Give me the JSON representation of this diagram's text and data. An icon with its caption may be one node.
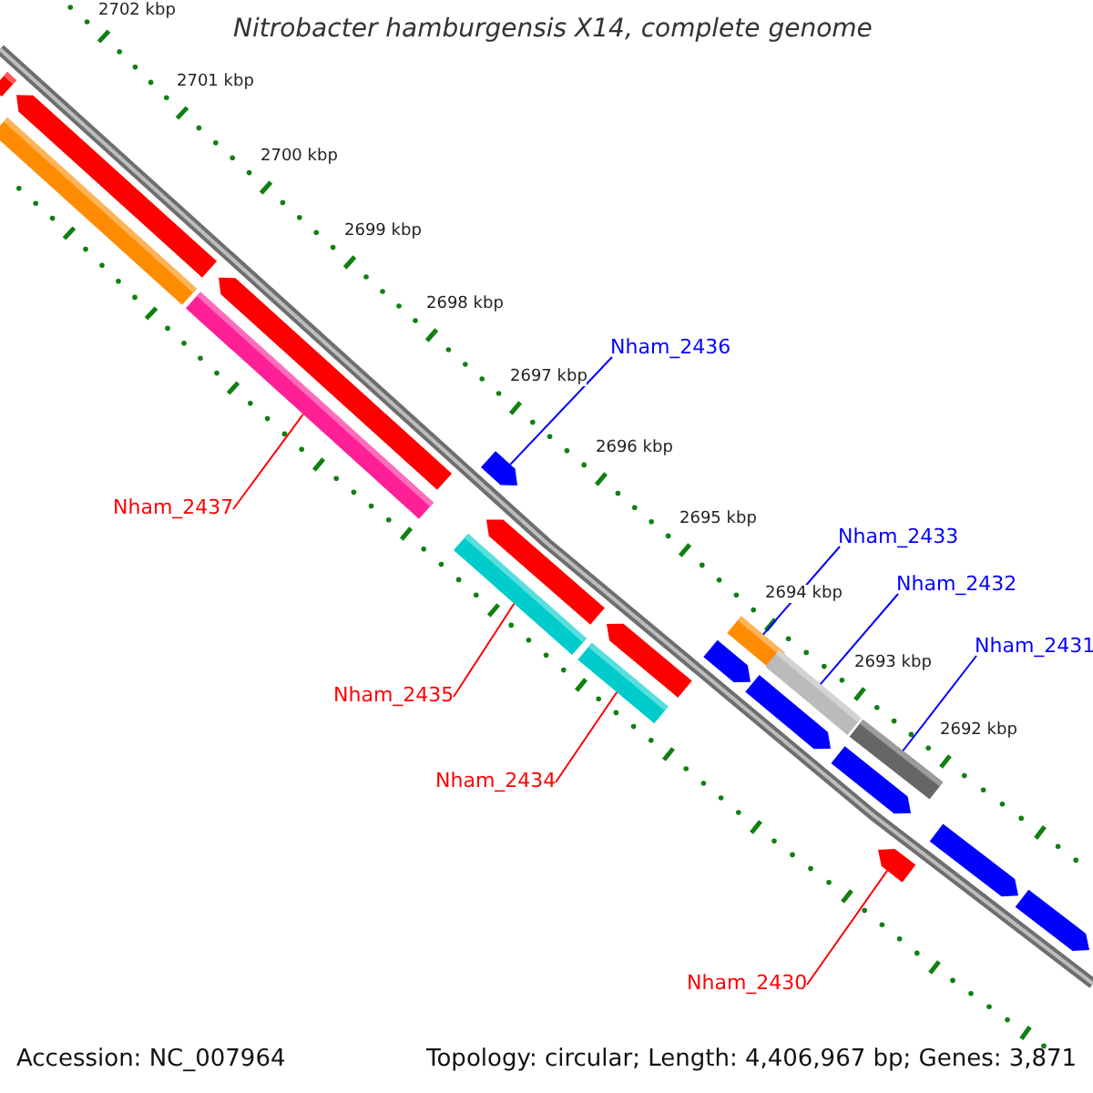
{
  "diagram": {
    "title": "Nitrobacter hamburgensis X14, complete genome",
    "nodes": [
      {
        "text": [
          "Nham_2436"
        ]
      },
      {
        "text": [
          "Nham_2437"
        ]
      },
      {
        "text": [
          "Nham_2433"
        ]
      },
      {
        "text": [
          "Nham_2432"
        ]
      },
      {
        "text": [
          "Nham_2435"
        ]
      },
      {
        "text": [
          "Nham_2431"
        ]
      },
      {
        "text": [
          "Nham_2434"
        ]
      },
      {
        "text": [
          "Nham_2430"
        ]
      },
      {
        "text": [],
        "shape": "bar"
      },
      {
        "text": [],
        "shape": "bar"
      },
      {
        "text": [],
        "shape": "arrow"
      },
      {
        "text": [],
        "shape": "arrow"
      },
      {
        "text": [],
        "shape": "bar"
      },
      {
        "text": [],
        "shape": "bar"
      },
      {
        "text": [],
        "shape": "arrow"
      },
      {
        "text": [],
        "shape": "arrow"
      },
      {
        "text": [],
        "shape": "bar"
      },
      {
        "text": [],
        "shape": "arrow"
      },
      {
        "text": [],
        "shape": "arrow"
      },
      {
        "text": [],
        "shape": "bar"
      },
      {
        "text": [],
        "shape": "arrow"
      },
      {
        "text": [],
        "shape": "bar"
      },
      {
        "text": [],
        "shape": "arrow"
      },
      {
        "text": [],
        "shape": "bar"
      },
      {
        "text": [],
        "shape": "arrow"
      },
      {
        "text": [],
        "shape": "arrow"
      },
      {
        "text": [],
        "shape": "arrow"
      }
    ],
    "edges": [
      {
        "from": 0,
        "to": 15,
        "arrow": "none",
        "color": "#0000ff"
      },
      {
        "from": 1,
        "to": 12,
        "arrow": "none",
        "color": "#ff0000"
      },
      {
        "from": 2,
        "to": 19,
        "arrow": "none",
        "color": "#0000ff"
      },
      {
        "from": 3,
        "to": 21,
        "arrow": "none",
        "color": "#0000ff"
      },
      {
        "from": 4,
        "to": 13,
        "arrow": "none",
        "color": "#ff0000"
      },
      {
        "from": 5,
        "to": 23,
        "arrow": "none",
        "color": "#0000ff"
      },
      {
        "from": 6,
        "to": 16,
        "arrow": "none",
        "color": "#ff0000"
      },
      {
        "from": 7,
        "to": 24,
        "arrow": "none",
        "color": "#ff0000"
      }
    ],
    "labels": [
      "2702 kbp",
      "2701 kbp",
      "2700 kbp",
      "2699 kbp",
      "2698 kbp",
      "2697 kbp",
      "2696 kbp",
      "2695 kbp",
      "2694 kbp",
      "2693 kbp",
      "2692 kbp",
      "Accession: NC_007964",
      "Topology: circular; Length: 4,406,967 bp; Genes: 3,871"
    ]
  }
}
